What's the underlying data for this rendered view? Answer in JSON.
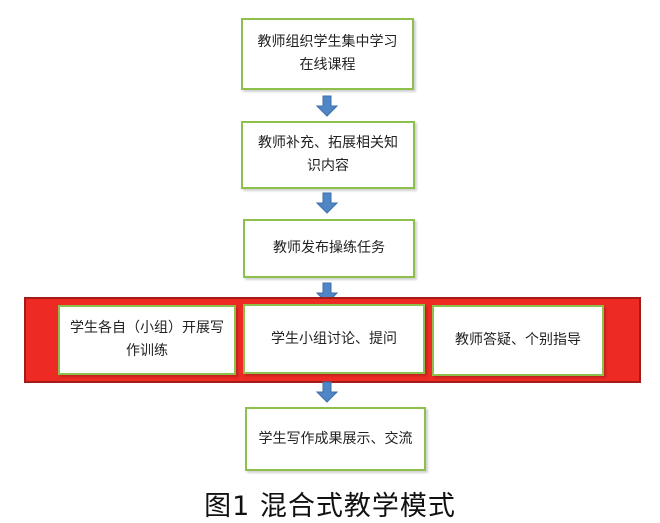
{
  "diagram": {
    "steps": [
      {
        "line1": "教师组织学生集中学习",
        "line2": "在线课程"
      },
      {
        "line1": "教师补充、拓展相关知",
        "line2": "识内容"
      },
      {
        "line1": "教师发布操练任务"
      }
    ],
    "parallel_steps": [
      {
        "line1": "学生各自（小组）开展写",
        "line2": "作训练"
      },
      {
        "line1": "学生小组讨论、提问"
      },
      {
        "line1": "教师答疑、个别指导"
      }
    ],
    "final_step": {
      "line1": "学生写作成果展示、交流"
    },
    "caption": "图1  混合式教学模式",
    "colors": {
      "box_border": "#8cbf4b",
      "arrow": "#4f86c6",
      "band_fill": "#ee2a24"
    }
  }
}
